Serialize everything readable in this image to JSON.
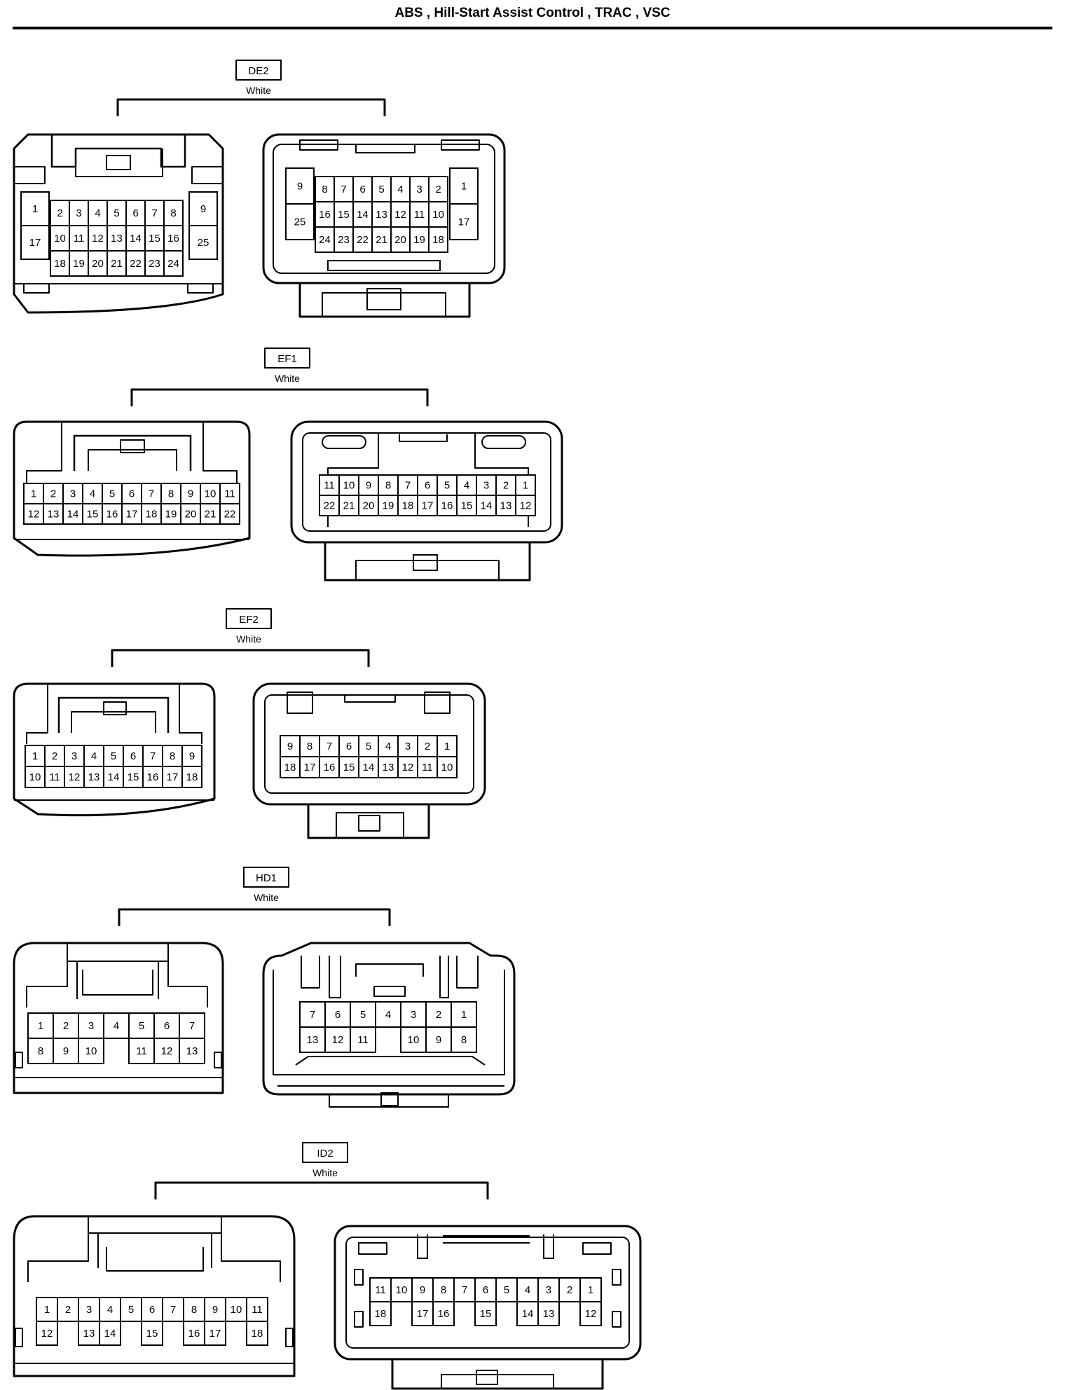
{
  "page": {
    "title": "ABS , Hill-Start Assist Control , TRAC , VSC"
  },
  "connectors": [
    {
      "id": "de2",
      "label": "DE2",
      "color": "White",
      "male": {
        "rows": [
          [
            "2",
            "3",
            "4",
            "5",
            "6",
            "7",
            "8"
          ],
          [
            "10",
            "11",
            "12",
            "13",
            "14",
            "15",
            "16"
          ],
          [
            "18",
            "19",
            "20",
            "21",
            "22",
            "23",
            "24"
          ]
        ],
        "sideLeft": [
          "1",
          "17"
        ],
        "sideRight": [
          "9",
          "25"
        ]
      },
      "female": {
        "rows": [
          [
            "8",
            "7",
            "6",
            "5",
            "4",
            "3",
            "2"
          ],
          [
            "16",
            "15",
            "14",
            "13",
            "12",
            "11",
            "10"
          ],
          [
            "24",
            "23",
            "22",
            "21",
            "20",
            "19",
            "18"
          ]
        ],
        "sideLeft": [
          "9",
          "25"
        ],
        "sideRight": [
          "1",
          "17"
        ]
      }
    },
    {
      "id": "ef1",
      "label": "EF1",
      "color": "White",
      "male": {
        "rows": [
          [
            "1",
            "2",
            "3",
            "4",
            "5",
            "6",
            "7",
            "8",
            "9",
            "10",
            "11"
          ],
          [
            "12",
            "13",
            "14",
            "15",
            "16",
            "17",
            "18",
            "19",
            "20",
            "21",
            "22"
          ]
        ]
      },
      "female": {
        "rows": [
          [
            "11",
            "10",
            "9",
            "8",
            "7",
            "6",
            "5",
            "4",
            "3",
            "2",
            "1"
          ],
          [
            "22",
            "21",
            "20",
            "19",
            "18",
            "17",
            "16",
            "15",
            "14",
            "13",
            "12"
          ]
        ]
      }
    },
    {
      "id": "ef2",
      "label": "EF2",
      "color": "White",
      "male": {
        "rows": [
          [
            "1",
            "2",
            "3",
            "4",
            "5",
            "6",
            "7",
            "8",
            "9"
          ],
          [
            "10",
            "11",
            "12",
            "13",
            "14",
            "15",
            "16",
            "17",
            "18"
          ]
        ]
      },
      "female": {
        "rows": [
          [
            "9",
            "8",
            "7",
            "6",
            "5",
            "4",
            "3",
            "2",
            "1"
          ],
          [
            "18",
            "17",
            "16",
            "15",
            "14",
            "13",
            "12",
            "11",
            "10"
          ]
        ]
      }
    },
    {
      "id": "hd1",
      "label": "HD1",
      "color": "White",
      "male": {
        "pins": [
          {
            "n": "1",
            "c": 0,
            "r": 0
          },
          {
            "n": "2",
            "c": 1,
            "r": 0
          },
          {
            "n": "3",
            "c": 2,
            "r": 0
          },
          {
            "n": "4",
            "c": 3,
            "r": 0
          },
          {
            "n": "5",
            "c": 4,
            "r": 0
          },
          {
            "n": "6",
            "c": 5,
            "r": 0
          },
          {
            "n": "7",
            "c": 6,
            "r": 0
          },
          {
            "n": "8",
            "c": 0,
            "r": 1
          },
          {
            "n": "9",
            "c": 1,
            "r": 1
          },
          {
            "n": "10",
            "c": 2,
            "r": 1
          },
          {
            "n": "11",
            "c": 4,
            "r": 1
          },
          {
            "n": "12",
            "c": 5,
            "r": 1
          },
          {
            "n": "13",
            "c": 6,
            "r": 1
          }
        ]
      },
      "female": {
        "pins": [
          {
            "n": "7",
            "c": 0,
            "r": 0
          },
          {
            "n": "6",
            "c": 1,
            "r": 0
          },
          {
            "n": "5",
            "c": 2,
            "r": 0
          },
          {
            "n": "4",
            "c": 3,
            "r": 0
          },
          {
            "n": "3",
            "c": 4,
            "r": 0
          },
          {
            "n": "2",
            "c": 5,
            "r": 0
          },
          {
            "n": "1",
            "c": 6,
            "r": 0
          },
          {
            "n": "13",
            "c": 0,
            "r": 1
          },
          {
            "n": "12",
            "c": 1,
            "r": 1
          },
          {
            "n": "11",
            "c": 2,
            "r": 1
          },
          {
            "n": "10",
            "c": 4,
            "r": 1
          },
          {
            "n": "9",
            "c": 5,
            "r": 1
          },
          {
            "n": "8",
            "c": 6,
            "r": 1
          }
        ]
      }
    },
    {
      "id": "id2",
      "label": "ID2",
      "color": "White",
      "male": {
        "pins": [
          {
            "n": "1",
            "c": 0,
            "r": 0
          },
          {
            "n": "2",
            "c": 1,
            "r": 0
          },
          {
            "n": "3",
            "c": 2,
            "r": 0
          },
          {
            "n": "4",
            "c": 3,
            "r": 0
          },
          {
            "n": "5",
            "c": 4,
            "r": 0
          },
          {
            "n": "6",
            "c": 5,
            "r": 0
          },
          {
            "n": "7",
            "c": 6,
            "r": 0
          },
          {
            "n": "8",
            "c": 7,
            "r": 0
          },
          {
            "n": "9",
            "c": 8,
            "r": 0
          },
          {
            "n": "10",
            "c": 9,
            "r": 0
          },
          {
            "n": "11",
            "c": 10,
            "r": 0
          },
          {
            "n": "12",
            "c": 0,
            "r": 1
          },
          {
            "n": "13",
            "c": 2,
            "r": 1
          },
          {
            "n": "14",
            "c": 3,
            "r": 1
          },
          {
            "n": "15",
            "c": 5,
            "r": 1
          },
          {
            "n": "16",
            "c": 7,
            "r": 1
          },
          {
            "n": "17",
            "c": 8,
            "r": 1
          },
          {
            "n": "18",
            "c": 10,
            "r": 1
          }
        ]
      },
      "female": {
        "pins": [
          {
            "n": "11",
            "c": 0,
            "r": 0
          },
          {
            "n": "10",
            "c": 1,
            "r": 0
          },
          {
            "n": "9",
            "c": 2,
            "r": 0
          },
          {
            "n": "8",
            "c": 3,
            "r": 0
          },
          {
            "n": "7",
            "c": 4,
            "r": 0
          },
          {
            "n": "6",
            "c": 5,
            "r": 0
          },
          {
            "n": "5",
            "c": 6,
            "r": 0
          },
          {
            "n": "4",
            "c": 7,
            "r": 0
          },
          {
            "n": "3",
            "c": 8,
            "r": 0
          },
          {
            "n": "2",
            "c": 9,
            "r": 0
          },
          {
            "n": "1",
            "c": 10,
            "r": 0
          },
          {
            "n": "18",
            "c": 0,
            "r": 1
          },
          {
            "n": "17",
            "c": 2,
            "r": 1
          },
          {
            "n": "16",
            "c": 3,
            "r": 1
          },
          {
            "n": "15",
            "c": 5,
            "r": 1
          },
          {
            "n": "14",
            "c": 7,
            "r": 1
          },
          {
            "n": "13",
            "c": 8,
            "r": 1
          },
          {
            "n": "12",
            "c": 10,
            "r": 1
          }
        ]
      }
    }
  ]
}
